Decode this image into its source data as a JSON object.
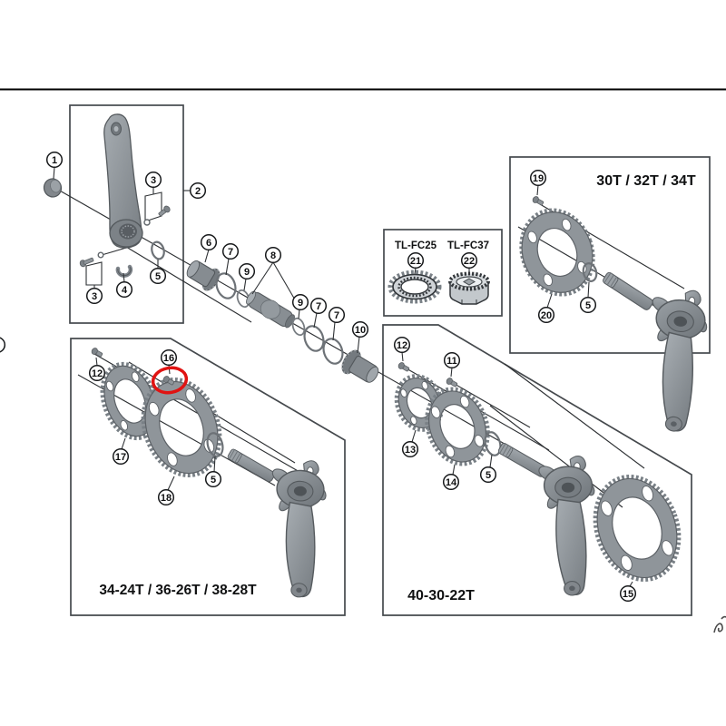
{
  "colors": {
    "highlight": "#e01312",
    "diagram_line": "#2e3134",
    "box_border": "#45494d",
    "part_gray": "#8f959a",
    "background": "#ffffff"
  },
  "left_crank_box": {
    "callouts": {
      "crank_cap": "1",
      "crank_arm": "2",
      "pinch_bolt_upper": "3",
      "pinch_bolt_lower": "3",
      "stopper_plate": "4",
      "o_ring": "5"
    }
  },
  "axle_group": {
    "callouts": {
      "left_bearing_cup": "6",
      "o_ring_a": "7",
      "spacer_a": "9",
      "inner_cover": "8",
      "spacer_b": "9",
      "o_ring_b": "7",
      "o_ring_c": "7",
      "right_bearing_cup": "10"
    }
  },
  "tools_box": {
    "left_tool_label": "TL-FC25",
    "right_tool_label": "TL-FC37",
    "left_tool_callout": "21",
    "right_tool_callout": "22"
  },
  "top_right_box": {
    "title": "30T / 32T / 34T",
    "callouts": {
      "fixing_bolt": "19",
      "chainring": "20",
      "o_ring": "5"
    }
  },
  "bottom_left_box": {
    "title": "34-24T / 36-26T / 38-28T",
    "callouts": {
      "fixing_bolt": "12",
      "highlighted_nut": "16",
      "inner_chainring": "17",
      "outer_chainring": "18",
      "o_ring": "5"
    }
  },
  "bottom_right_box": {
    "title": "40-30-22T",
    "callouts": {
      "fixing_bolt_a": "12",
      "fixing_bolt_b": "11",
      "small_chainring": "13",
      "middle_chainring": "14",
      "o_ring": "5",
      "large_chainring": "15"
    }
  }
}
